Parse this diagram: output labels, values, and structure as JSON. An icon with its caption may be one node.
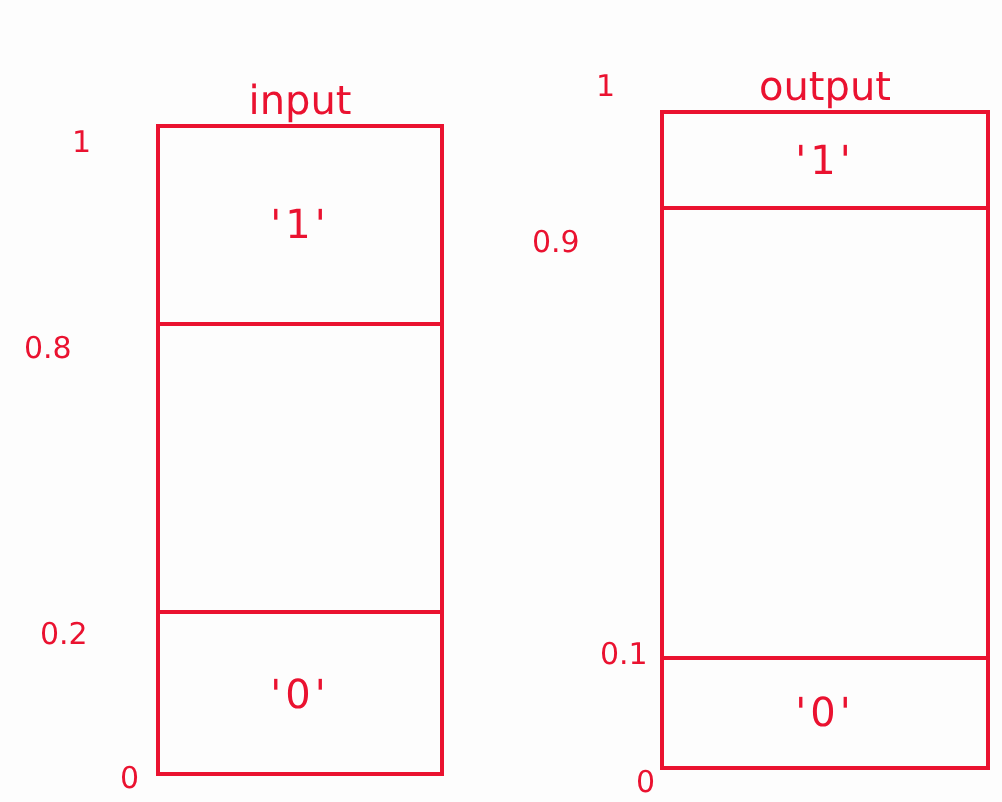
{
  "diagram": {
    "nodes": [
      {
        "text": [
          "input"
        ]
      },
      {
        "text": [
          "'1'"
        ],
        "in": 0
      },
      {
        "text": [],
        "shape": "box",
        "in": 0
      },
      {
        "text": [
          "'0'"
        ],
        "in": 0
      },
      {
        "text": [
          "output"
        ]
      },
      {
        "text": [
          "'1'"
        ],
        "in": 4
      },
      {
        "text": [],
        "shape": "box",
        "in": 4
      },
      {
        "text": [
          "'0'"
        ],
        "in": 4
      }
    ],
    "labels": [
      "1",
      "0.8",
      "0.2",
      "0",
      "1",
      "0.9",
      "0.1",
      "0"
    ]
  }
}
